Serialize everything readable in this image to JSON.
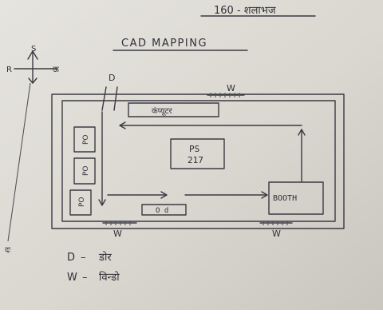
{
  "page": {
    "top_note": "160 - शलाभज",
    "title": "CAD MAPPING"
  },
  "compass": {
    "north": "S",
    "west": "R",
    "east": "ऊ",
    "south": "दः"
  },
  "labels": {
    "door_marker": "D",
    "window_top": "W",
    "window_bottom_left": "W",
    "window_bottom_right": "W",
    "counter": "कंप्यूटर",
    "ps_line1": "PS",
    "ps_line2": "217",
    "po_1": "PO",
    "po_2": "PO",
    "po_3": "PO",
    "od": "O d",
    "booth": "BOOTH"
  },
  "legend": [
    {
      "key": "D",
      "dash": "–",
      "meaning": "डोर"
    },
    {
      "key": "W",
      "dash": "–",
      "meaning": "विन्डो"
    }
  ]
}
